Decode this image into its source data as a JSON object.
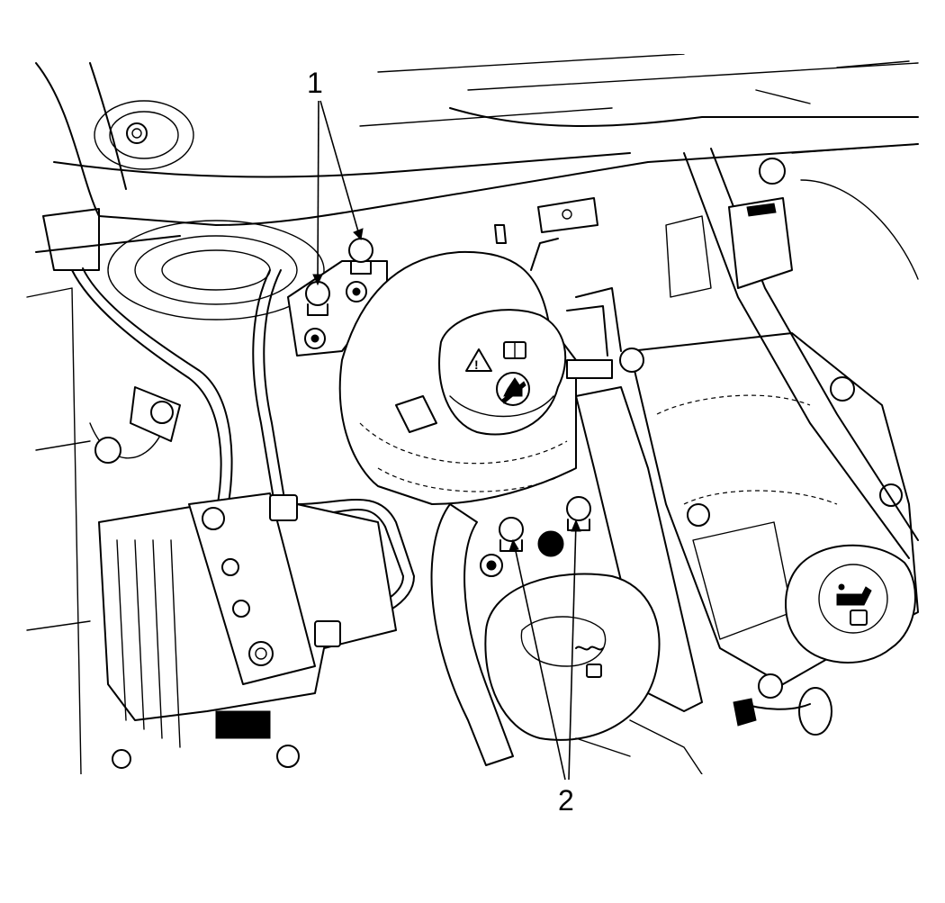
{
  "diagram": {
    "callouts": [
      {
        "label": "1",
        "target": "brake-bracket-nuts"
      },
      {
        "label": "2",
        "target": "reservoir-bolts"
      }
    ],
    "icons": [
      "warning-triangle-icon",
      "book-icon",
      "oil-can-icon",
      "coolant-icon"
    ]
  }
}
